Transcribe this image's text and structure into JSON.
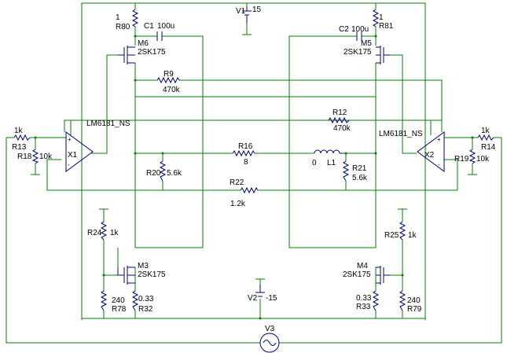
{
  "colors": {
    "wire": "#008000",
    "component": "#000080",
    "text": "#000000",
    "background": "#ffffff"
  },
  "sources": {
    "v1": {
      "name": "V1",
      "value": "15"
    },
    "v2": {
      "name": "V2",
      "value": "-15"
    },
    "v3": {
      "name": "V3"
    }
  },
  "opamps": {
    "x1": {
      "name": "X1",
      "part": "LM6181_NS"
    },
    "x2": {
      "name": "X2",
      "part": "LM6181_NS"
    }
  },
  "mosfets": {
    "m6": {
      "name": "M6",
      "part": "2SK175"
    },
    "m5": {
      "name": "M5",
      "part": "2SK175"
    },
    "m3": {
      "name": "M3",
      "part": "2SK175"
    },
    "m4": {
      "name": "M4",
      "part": "2SK175"
    }
  },
  "capacitors": {
    "c1": {
      "name": "C1",
      "value": "100u"
    },
    "c2": {
      "name": "C2",
      "value": "100u"
    }
  },
  "inductor": {
    "name": "L1",
    "value": "0"
  },
  "resistors": {
    "r80": {
      "name": "R80",
      "value": "1"
    },
    "r81": {
      "name": "R81",
      "value": "1"
    },
    "r9": {
      "name": "R9",
      "value": "470k"
    },
    "r12": {
      "name": "R12",
      "value": "470k"
    },
    "r13": {
      "name": "R13",
      "value": "1k"
    },
    "r18": {
      "name": "R18",
      "value": "10k"
    },
    "r14": {
      "name": "R14",
      "value": "1k"
    },
    "r19": {
      "name": "R19",
      "value": "10k"
    },
    "r16": {
      "name": "R16",
      "value": "8"
    },
    "r20": {
      "name": "R20",
      "value": "5.6k"
    },
    "r21": {
      "name": "R21",
      "value": "5.6k"
    },
    "r22": {
      "name": "R22",
      "value": "1.2k"
    },
    "r24": {
      "name": "R24",
      "value": "1k"
    },
    "r25": {
      "name": "R25",
      "value": "1k"
    },
    "r78": {
      "name": "R78",
      "value": "240"
    },
    "r79": {
      "name": "R79",
      "value": "240"
    },
    "r32": {
      "name": "R32",
      "value": "0.33"
    },
    "r33": {
      "name": "R33",
      "value": "0.33"
    }
  }
}
